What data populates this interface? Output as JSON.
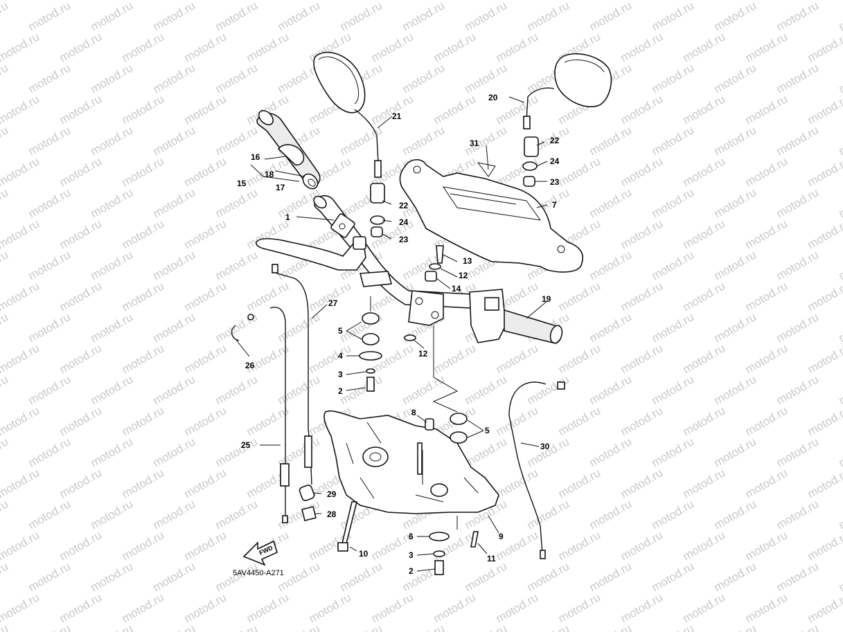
{
  "diagram": {
    "watermark_text": "motod.ru",
    "reference_code": "5AV4450-A271",
    "fwd_label": "FWD",
    "callouts": {
      "c1": "1",
      "c2a": "2",
      "c2b": "2",
      "c3a": "3",
      "c3b": "3",
      "c4": "4",
      "c5a": "5",
      "c5b": "5",
      "c6": "6",
      "c7": "7",
      "c8": "8",
      "c9": "9",
      "c10": "10",
      "c11": "11",
      "c12a": "12",
      "c12b": "12",
      "c13": "13",
      "c14": "14",
      "c15": "15",
      "c16": "16",
      "c17": "17",
      "c18": "18",
      "c19": "19",
      "c20": "20",
      "c21": "21",
      "c22a": "22",
      "c22b": "22",
      "c23a": "23",
      "c23b": "23",
      "c24a": "24",
      "c24b": "24",
      "c25": "25",
      "c26": "26",
      "c27": "27",
      "c28": "28",
      "c29": "29",
      "c30": "30",
      "c31": "31"
    }
  }
}
